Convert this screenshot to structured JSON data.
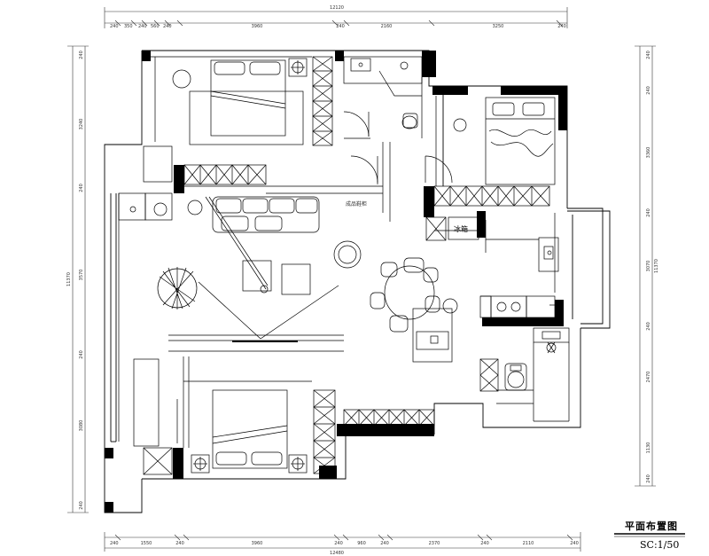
{
  "dimensions": {
    "top_total": "12120",
    "top_segments": [
      "240",
      "350",
      "240",
      "560",
      "240",
      "3960",
      "240",
      "2160",
      "3250",
      "240"
    ],
    "bottom_total": "12480",
    "bottom_segments": [
      "240",
      "1550",
      "240",
      "3960",
      "240",
      "960",
      "240",
      "2370",
      "240",
      "2110",
      "240"
    ],
    "left_total": "11370",
    "left_segments": [
      "240",
      "3240",
      "240",
      "3570",
      "240",
      "3080",
      "240"
    ],
    "right_total": "11370",
    "right_segments": [
      "240",
      "240",
      "3360",
      "240",
      "3070",
      "240",
      "2470",
      "1130",
      "240"
    ]
  },
  "labels": {
    "fridge": "冰箱",
    "cabinet": "成品鞋柜"
  },
  "title_block": {
    "title": "平面布置图",
    "scale": "SC:1/50"
  }
}
